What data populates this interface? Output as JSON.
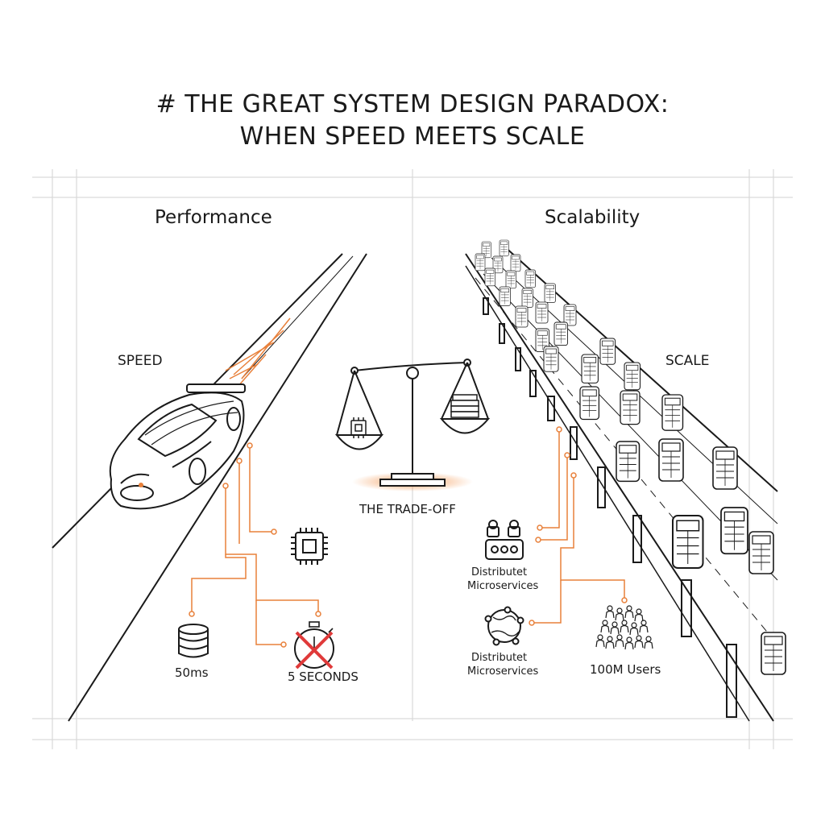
{
  "header": {
    "title_line1": "# THE GREAT SYSTEM DESIGN PARADOX:",
    "title_line2": "WHEN SPEED MEETS SCALE"
  },
  "left": {
    "heading": "Performance",
    "tag": "SPEED",
    "nodes": {
      "database_label": "50ms",
      "timer_label": "5 SECONDS"
    },
    "icons": [
      "race-car-icon",
      "cpu-chip-icon",
      "database-icon",
      "crossed-stopwatch-icon"
    ]
  },
  "center": {
    "label": "THE TRADE-OFF",
    "icons": [
      "balance-scale-icon",
      "chip-icon",
      "server-stack-icon"
    ]
  },
  "right": {
    "heading": "Scalability",
    "tag": "SCALE",
    "nodes": {
      "microservices_a_line1": "Distributet",
      "microservices_a_line2": "Microservices",
      "microservices_b_line1": "Distributet",
      "microservices_b_line2": "Microservices",
      "users_label": "100M Users"
    },
    "icons": [
      "bus-traffic-icon",
      "team-nodes-icon",
      "globe-network-icon",
      "crowd-icon"
    ]
  },
  "colors": {
    "ink": "#1a1a1a",
    "accent": "#e8803a",
    "grid": "#d9d9d9"
  }
}
